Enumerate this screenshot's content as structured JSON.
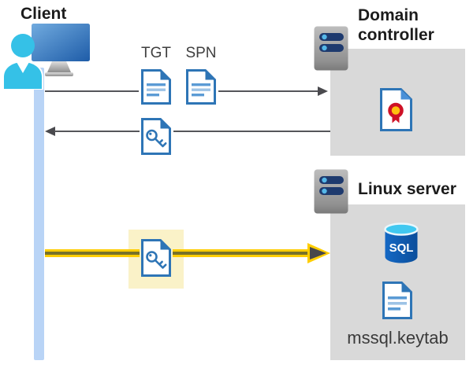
{
  "labels": {
    "client": "Client",
    "domain_controller": "Domain controller",
    "linux_server": "Linux server",
    "tgt": "TGT",
    "spn": "SPN",
    "sql": "SQL",
    "keytab": "mssql.keytab"
  },
  "icons": {
    "client": "user-at-monitor-icon",
    "domain_controller": "server-rack-icon",
    "linux_server": "server-rack-icon",
    "tgt": "document-icon",
    "spn": "document-icon",
    "service_ticket": "key-document-icon",
    "kerberos_ticket": "key-document-icon",
    "certificate": "certificate-document-icon",
    "database": "sql-database-icon",
    "keytab_file": "document-icon"
  },
  "colors": {
    "doc_blue": "#2e75b6",
    "doc_line_light": "#9dc3e6",
    "doc_line_mid": "#5b9bd5",
    "timeline_blue": "#b9d4f6",
    "box_gray": "#d9d9d9",
    "arrow_gray": "#55565a",
    "highlight_yellow_bg": "#faf2c8",
    "arrow_yellow": "#ffcd00",
    "server_navy": "#1e3a6e",
    "server_dot_blue": "#55b7e8",
    "person_cyan": "#35c1e7",
    "monitor_blue_light": "#71abdf",
    "monitor_blue_dark": "#1e5ca8",
    "cert_red": "#ce1126",
    "cert_gold": "#ffc010",
    "sql_body_blue": "#1061b0",
    "sql_top_cyan": "#41c8f0",
    "text_dark": "#1c1c1c",
    "text_medium": "#3f3f3f"
  }
}
